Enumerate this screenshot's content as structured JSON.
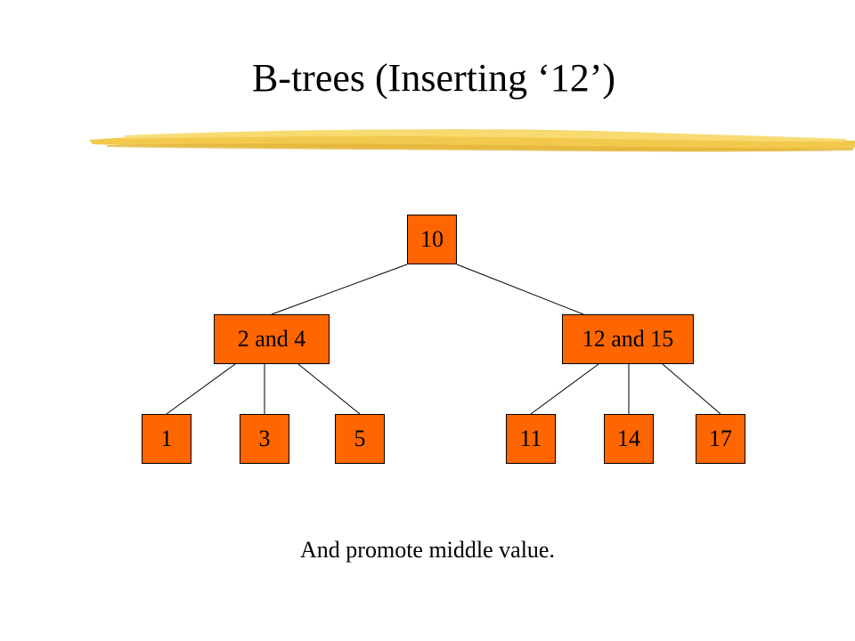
{
  "slide": {
    "title": "B-trees (Inserting ‘12’)",
    "caption": "And promote middle value."
  },
  "colors": {
    "node_fill": "#FF6600",
    "brush": "#F2C94C",
    "line": "#000000"
  },
  "tree": {
    "root": {
      "label": "10"
    },
    "level1": [
      {
        "label": "2 and 4"
      },
      {
        "label": "12 and 15"
      }
    ],
    "leaves": [
      {
        "label": "1"
      },
      {
        "label": "3"
      },
      {
        "label": "5"
      },
      {
        "label": "11"
      },
      {
        "label": "14"
      },
      {
        "label": "17"
      }
    ]
  }
}
